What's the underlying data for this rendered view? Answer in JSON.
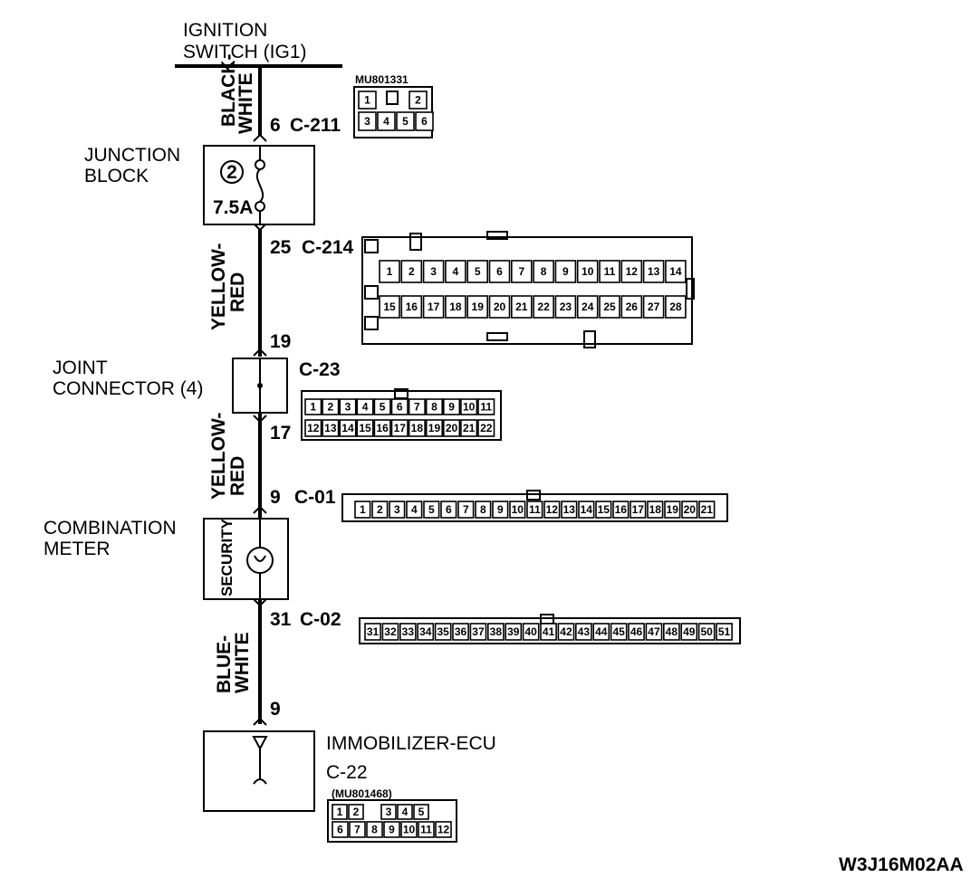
{
  "ignition": {
    "line1": "IGNITION",
    "line2": "SWITCH (IG1)"
  },
  "wires": {
    "w1a": "BLACK-",
    "w1b": "WHITE",
    "w2a": "YELLOW-",
    "w2b": "RED",
    "w3a": "YELLOW-",
    "w3b": "RED",
    "w4a": "BLUE-",
    "w4b": "WHITE"
  },
  "junction_block": {
    "line1": "JUNCTION",
    "line2": "BLOCK",
    "fuse_no": "2",
    "fuse_rating": "7.5A"
  },
  "joint_connector": {
    "line1": "JOINT",
    "line2": "CONNECTOR (4)"
  },
  "combination_meter": {
    "line1": "COMBINATION",
    "line2": "METER",
    "lamp": "SECURITY"
  },
  "immobilizer": {
    "title": "IMMOBILIZER-ECU",
    "connector": "C-22",
    "part_no": "(MU801468)"
  },
  "terminals": {
    "t1_pin": "6",
    "t1_conn": "C-211",
    "t2_pin": "25",
    "t2_conn": "C-214",
    "t3_pin": "19",
    "t4_conn": "C-23",
    "t5_pin": "17",
    "t6_pin": "9",
    "t6_conn": "C-01",
    "t7_pin": "31",
    "t7_conn": "C-02",
    "t8_pin": "9"
  },
  "connectors": {
    "c211": {
      "part_no": "MU801331",
      "row1": [
        "1",
        "",
        "2"
      ],
      "row2": [
        "3",
        "4",
        "5",
        "6"
      ]
    },
    "c214": {
      "row1": [
        "1",
        "2",
        "3",
        "4",
        "5",
        "6",
        "7",
        "8",
        "9",
        "10",
        "11",
        "12",
        "13",
        "14"
      ],
      "row2": [
        "15",
        "16",
        "17",
        "18",
        "19",
        "20",
        "21",
        "22",
        "23",
        "24",
        "25",
        "26",
        "27",
        "28"
      ]
    },
    "c23": {
      "row1": [
        "1",
        "2",
        "3",
        "4",
        "5",
        "6",
        "7",
        "8",
        "9",
        "10",
        "11"
      ],
      "row2": [
        "12",
        "13",
        "14",
        "15",
        "16",
        "17",
        "18",
        "19",
        "20",
        "21",
        "22"
      ]
    },
    "c01": {
      "row": [
        "1",
        "2",
        "3",
        "4",
        "5",
        "6",
        "7",
        "8",
        "9",
        "10",
        "11",
        "12",
        "13",
        "14",
        "15",
        "16",
        "17",
        "18",
        "19",
        "20",
        "21"
      ]
    },
    "c02": {
      "row": [
        "31",
        "32",
        "33",
        "34",
        "35",
        "36",
        "37",
        "38",
        "39",
        "40",
        "41",
        "42",
        "43",
        "44",
        "45",
        "46",
        "47",
        "48",
        "49",
        "50",
        "51"
      ]
    },
    "c22": {
      "row1": [
        "1",
        "2",
        "",
        "3",
        "4",
        "5"
      ],
      "row2": [
        "6",
        "7",
        "8",
        "9",
        "10",
        "11",
        "12"
      ]
    }
  },
  "figure_code": "W3J16M02AA"
}
